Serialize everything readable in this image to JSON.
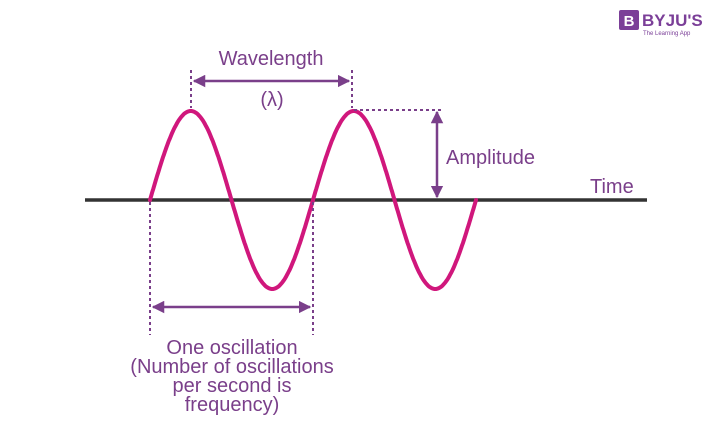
{
  "logo": {
    "brand": "BYJU'S",
    "tagline": "The Learning App",
    "mark": "B"
  },
  "labels": {
    "wavelength": "Wavelength",
    "lambda": "(λ)",
    "amplitude": "Amplitude",
    "time": "Time",
    "oscillation_lines": [
      "One oscillation",
      "(Number of oscillations",
      "per second is",
      "frequency)"
    ]
  },
  "colors": {
    "wave": "#d0177c",
    "annotation": "#7a3f8a",
    "axis": "#333333",
    "logo": "#7b3f98"
  }
}
